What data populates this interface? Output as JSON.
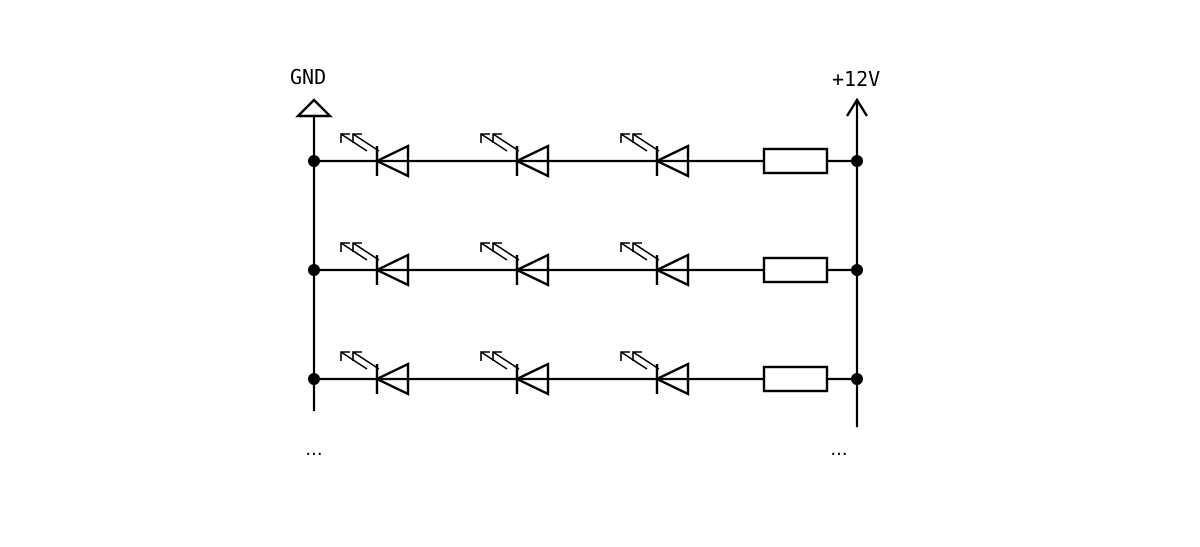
{
  "supply": {
    "gnd_label": "GND",
    "vcc_label": "+12V"
  },
  "continuation": {
    "left": "...",
    "right": "..."
  },
  "circuit": {
    "rows": 3,
    "leds_per_row": 3,
    "resistors_per_row": 1,
    "ground_symbol": "ground-triangle",
    "supply_symbol": "supply-arrow",
    "led_symbol": "light-emitting-diode"
  }
}
